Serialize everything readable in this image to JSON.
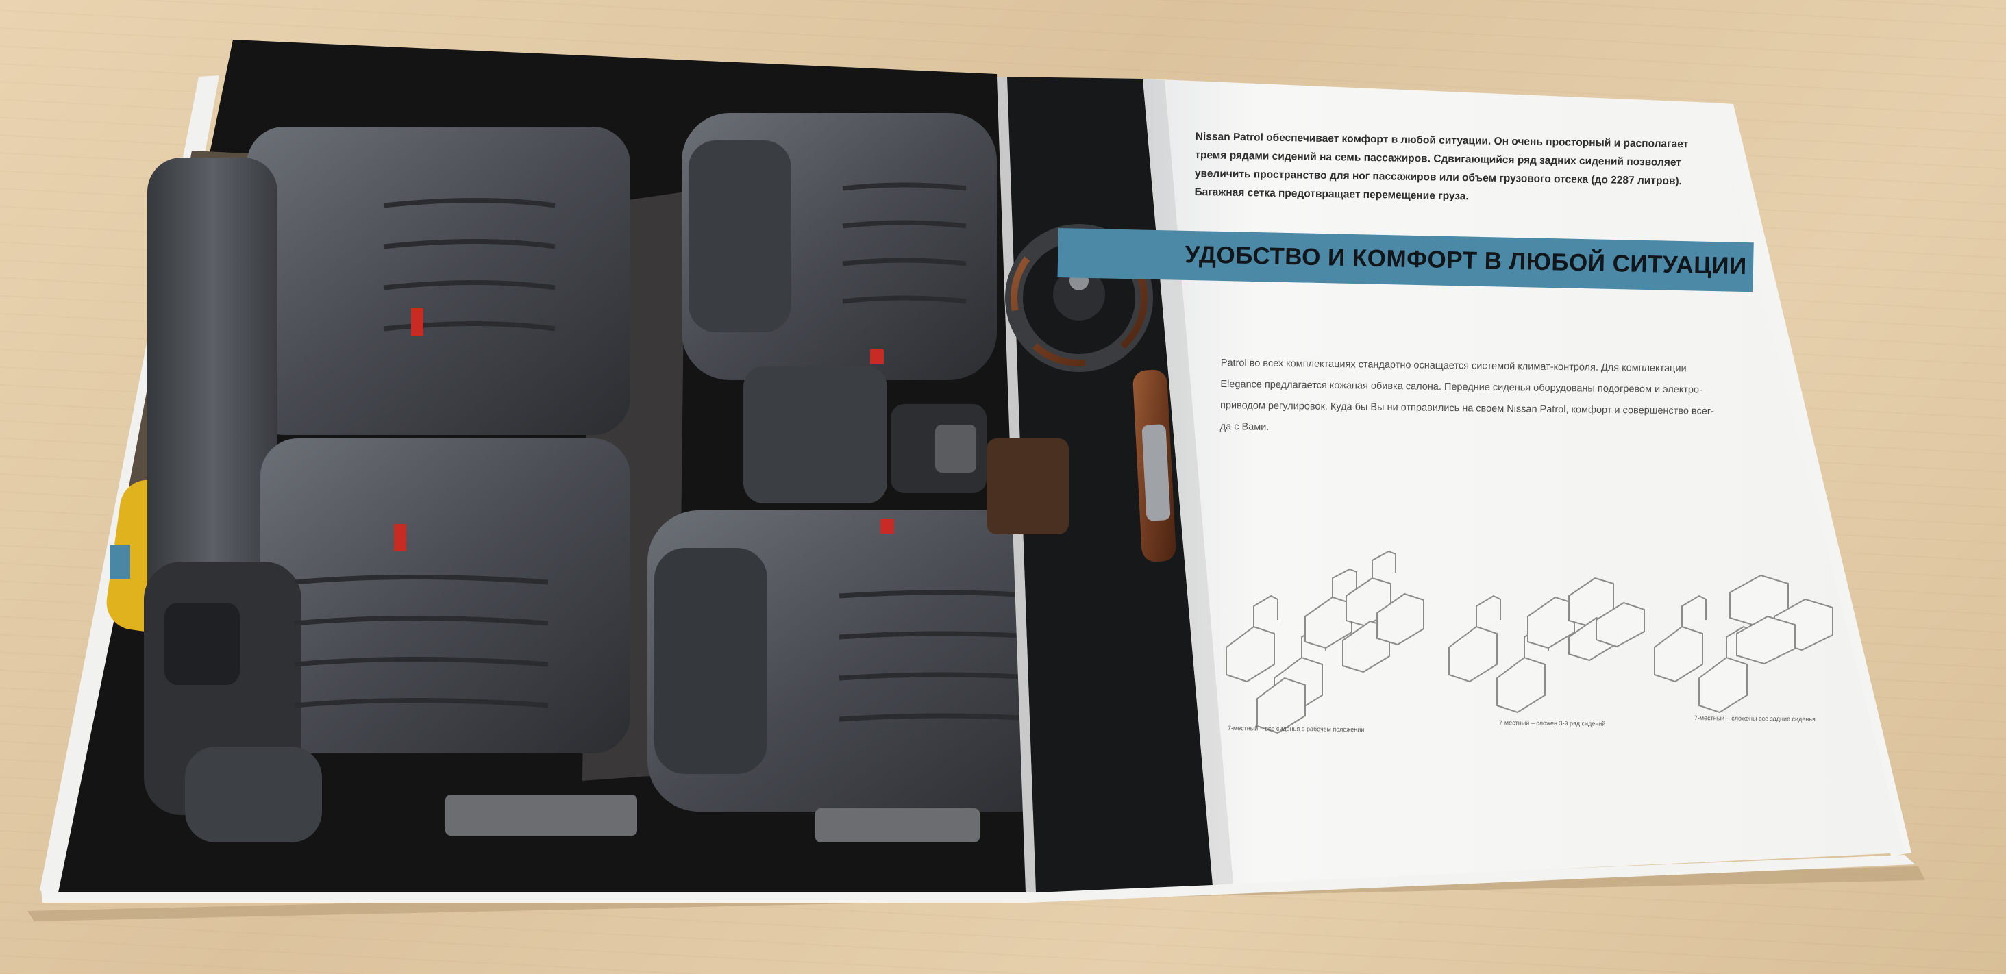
{
  "intro_lines": [
    "Nissan Patrol обеспечивает комфорт в любой ситуации. Он очень просторный и располагает",
    "тремя рядами сидений на семь пассажиров. Сдвигающийся ряд задних сидений позволяет",
    "увеличить пространство для ног пассажиров или объем грузового отсека (до 2287 литров).",
    "Багажная сетка предотвращает перемещение груза."
  ],
  "heading": "УДОБСТВО И КОМФОРТ В ЛЮБОЙ СИТУАЦИИ",
  "body_lines": [
    "Patrol во всех комплектациях стандартно оснащается системой климат-контроля. Для комплектации",
    "Elegance предлагается кожаная обивка салона. Передние сиденья оборудованы подогревом и электро-",
    "приводом регулировок. Куда бы Вы ни отправились на своем Nissan Patrol, комфорт и совершенство всег-",
    "да с Вами."
  ],
  "diagram_captions": [
    "7-местный – все сиденья в рабочем положении",
    "7-местный – сложен 3-й ряд сидений",
    "7-местный – сложены все задние сиденья"
  ],
  "colors": {
    "banner": "#4b89a6",
    "table": "#e2caa5",
    "upholstery": "#45484d"
  }
}
